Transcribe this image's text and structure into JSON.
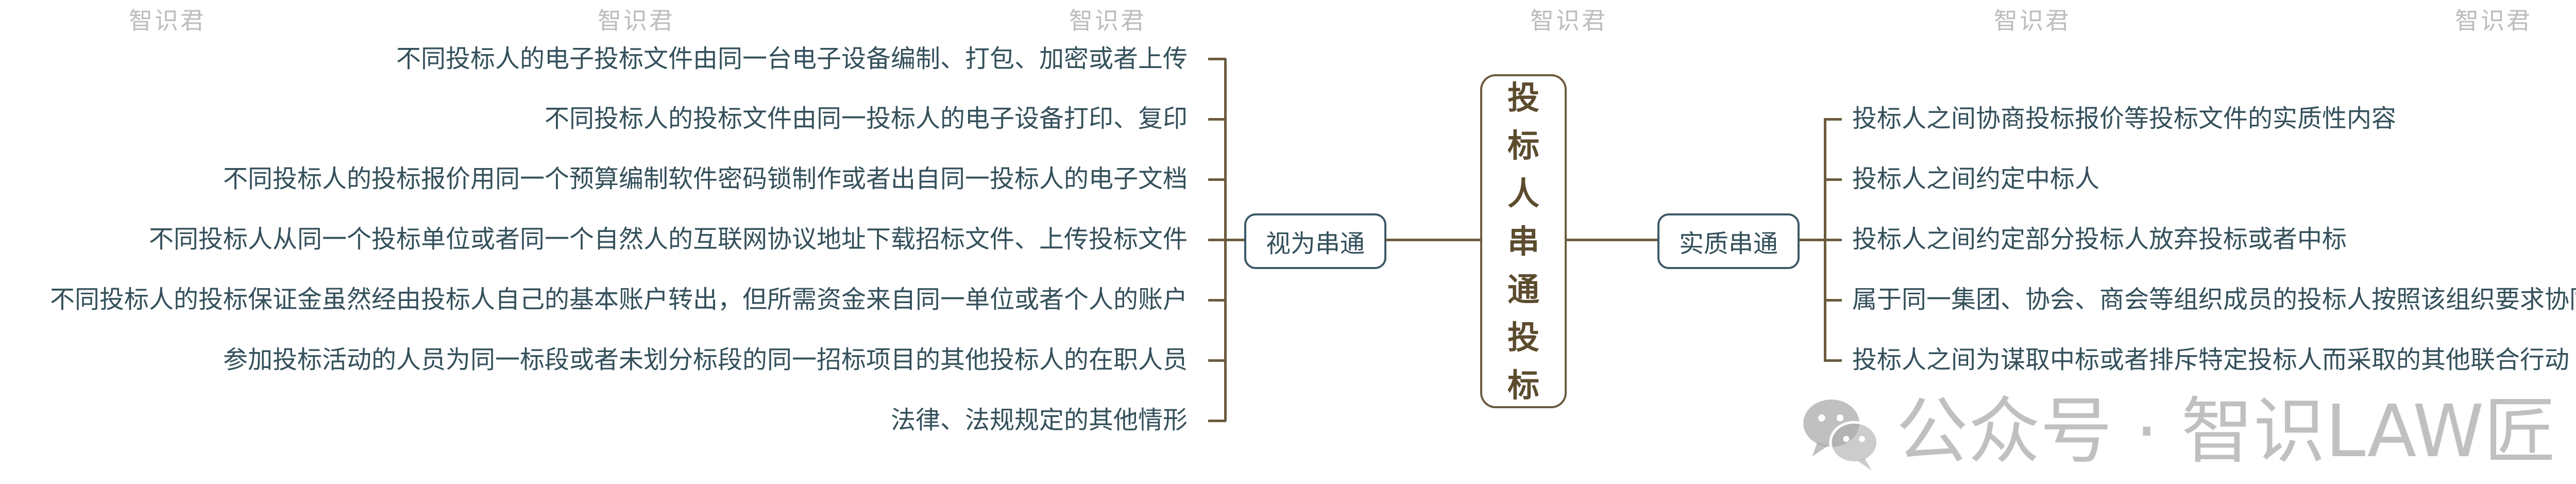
{
  "root": {
    "title_chars": [
      "投",
      "标",
      "人",
      "串",
      "通",
      "投",
      "标"
    ]
  },
  "left_branch": {
    "label": "视为串通",
    "items": [
      "不同投标人的电子投标文件由同一台电子设备编制、打包、加密或者上传",
      "不同投标人的投标文件由同一投标人的电子设备打印、复印",
      "不同投标人的投标报价用同一个预算编制软件密码锁制作或者出自同一投标人的电子文档",
      "不同投标人从同一个投标单位或者同一个自然人的互联网协议地址下载招标文件、上传投标文件",
      "不同投标人的投标保证金虽然经由投标人自己的基本账户转出，但所需资金来自同一单位或者个人的账户",
      "参加投标活动的人员为同一标段或者未划分标段的同一招标项目的其他投标人的在职人员",
      "法律、法规规定的其他情形"
    ]
  },
  "right_branch": {
    "label": "实质串通",
    "items": [
      "投标人之间协商投标报价等投标文件的实质性内容",
      "投标人之间约定中标人",
      "投标人之间约定部分投标人放弃投标或者中标",
      "属于同一集团、协会、商会等组织成员的投标人按照该组织要求协同投标",
      "投标人之间为谋取中标或者排斥特定投标人而采取的其他联合行动"
    ]
  },
  "watermarks": {
    "small": "智识君",
    "big": "公众号 · 智识LAW匠",
    "icon": "wechat-icon"
  },
  "colors": {
    "line": "#6b5b3e",
    "text": "#34505b",
    "root_text": "#5c4c2e"
  }
}
